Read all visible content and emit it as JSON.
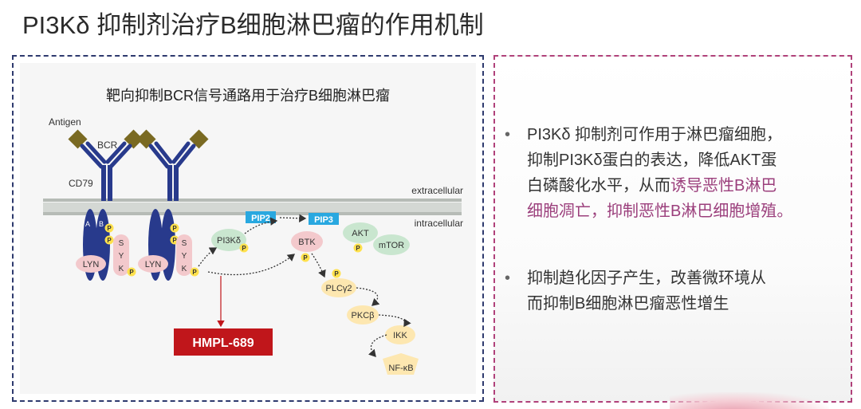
{
  "slide": {
    "title": "PI3Kδ 抑制剂治疗B细胞淋巴瘤的作用机制"
  },
  "diagram": {
    "title": "靶向抑制BCR信号通路用于治疗B细胞淋巴瘤",
    "labels": {
      "antigen": "Antigen",
      "bcr": "BCR",
      "cd79": "CD79",
      "extracellular": "extracellular",
      "intracellular": "intracellular",
      "a": "A",
      "b": "B",
      "p": "P",
      "lyn": "LYN",
      "syk_s": "S",
      "syk_y": "Y",
      "syk_k": "K",
      "pi3k": "PI3Kδ",
      "pip2": "PIP2",
      "pip3": "PIP3",
      "btk": "BTK",
      "akt": "AKT",
      "mtor": "mTOR",
      "plc": "PLCγ2",
      "pkc": "PKCβ",
      "ikk": "IKK",
      "nfkb": "NF-κB",
      "drug": "HMPL-689"
    },
    "colors": {
      "bcr_blue": "#283a8c",
      "antigen": "#7a6a22",
      "membrane": "#c9cdc9",
      "pink_node": "#f3c9cc",
      "green_node": "#c9e6cf",
      "phospho": "#ffe14d",
      "pip_blue": "#29a8e0",
      "orange_node": "#fde7b0",
      "drug_red": "#c0161b"
    }
  },
  "bullets": [
    {
      "line1": "PI3Kδ 抑制剂可作用于淋巴瘤细胞，",
      "line2": "抑制PI3Kδ蛋白的表达，降低AKT蛋",
      "line3_plain": "白磷酸化水平，从而",
      "line3_em": "诱导恶性B淋巴",
      "line4_em": "细胞凋亡，抑制恶性B淋巴细胞增殖。"
    },
    {
      "line1": "抑制趋化因子产生，改善微环境从",
      "line2": "而抑制B细胞淋巴瘤恶性增生"
    }
  ]
}
